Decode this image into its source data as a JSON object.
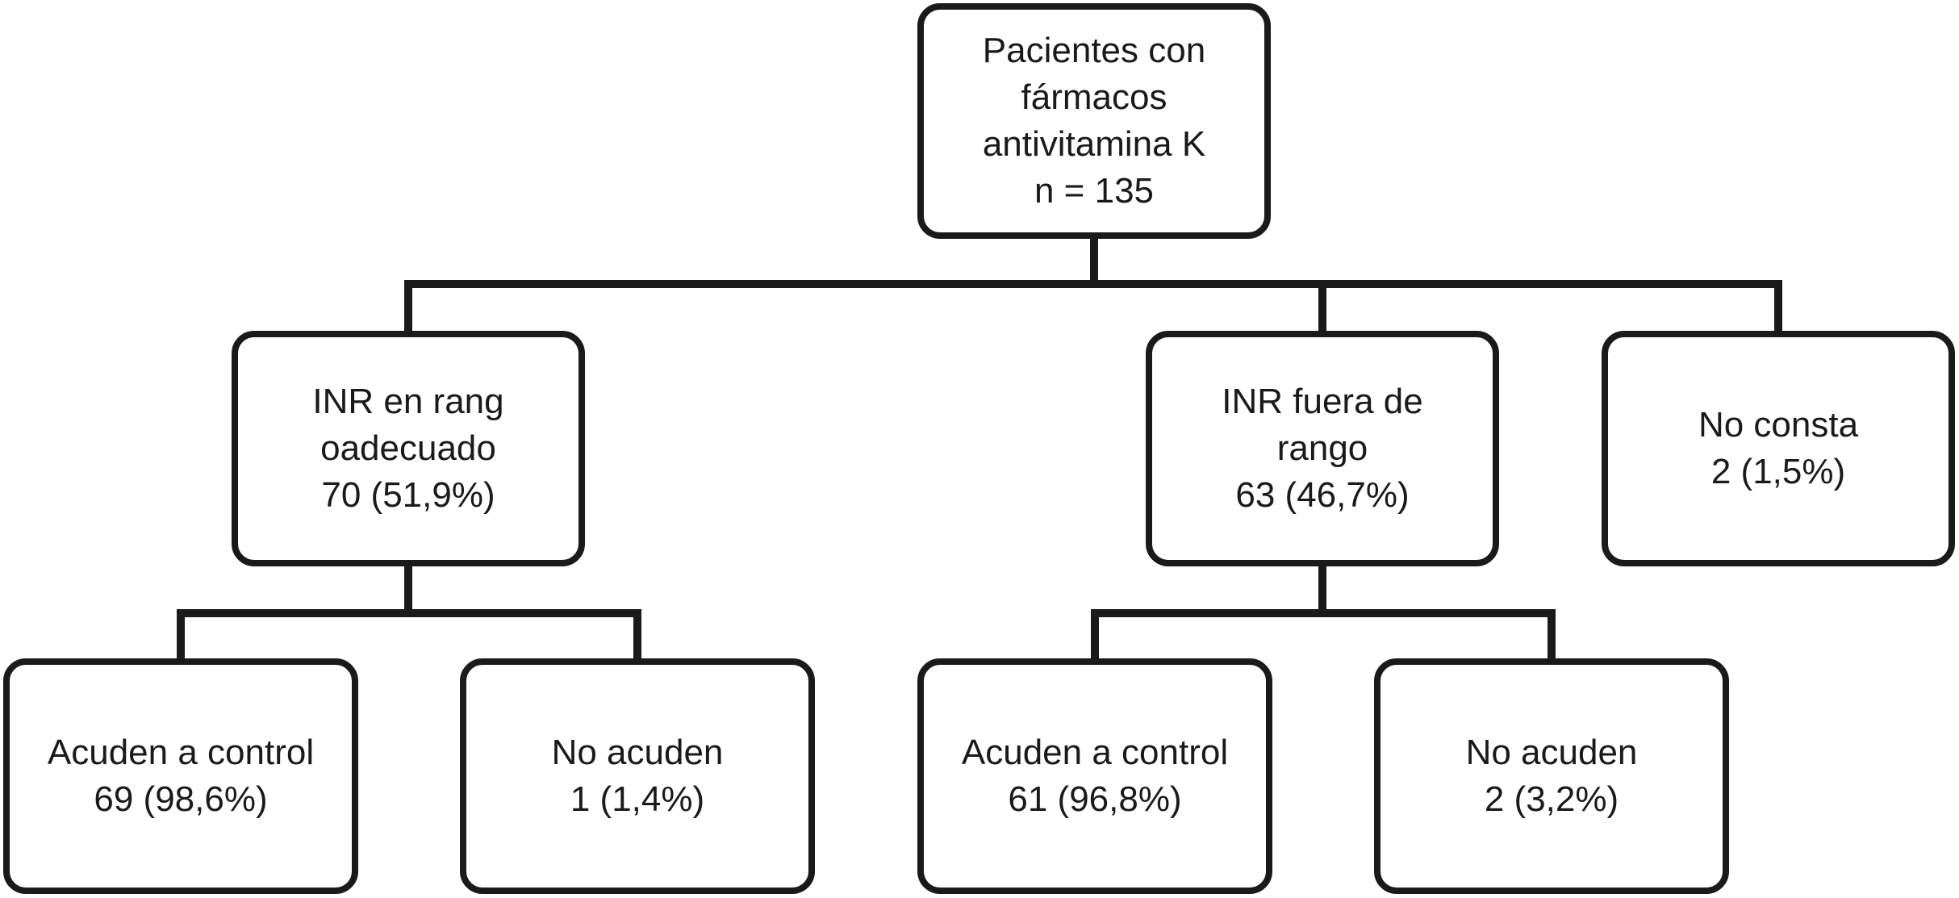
{
  "nodes": {
    "root": {
      "lines": [
        "Pacientes con",
        "fármacos",
        "antivitamina K",
        "n = 135"
      ]
    },
    "inr_in_range": {
      "lines": [
        "INR en rang",
        "oadecuado",
        "70 (51,9%)"
      ]
    },
    "inr_out_of_range": {
      "lines": [
        "INR fuera de",
        "rango",
        "63 (46,7%)"
      ]
    },
    "no_consta": {
      "lines": [
        "No consta",
        "2 (1,5%)"
      ]
    },
    "in_range_attend": {
      "lines": [
        "Acuden a control",
        "69 (98,6%)"
      ]
    },
    "in_range_no_attend": {
      "lines": [
        "No acuden",
        "1 (1,4%)"
      ]
    },
    "out_range_attend": {
      "lines": [
        "Acuden a control",
        "61 (96,8%)"
      ]
    },
    "out_range_no_attend": {
      "lines": [
        "No acuden",
        "2 (3,2%)"
      ]
    }
  }
}
